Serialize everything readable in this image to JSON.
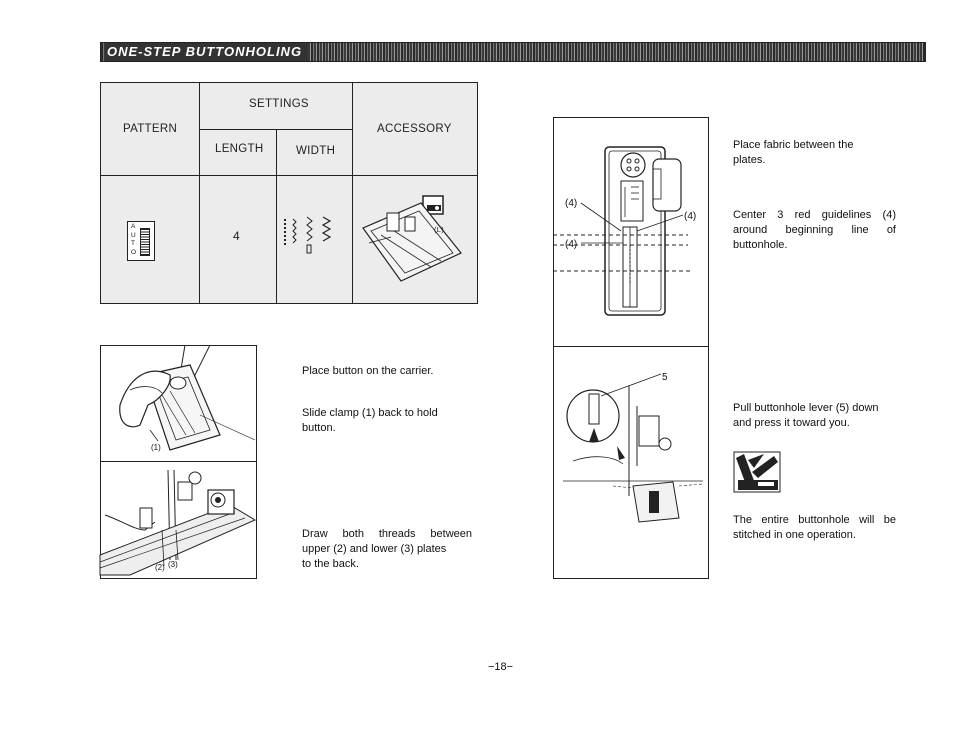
{
  "header": {
    "title": "ONE-STEP BUTTONHOLING"
  },
  "table": {
    "pattern_header": "PATTERN",
    "settings_header": "SETTINGS",
    "length_header": "LENGTH",
    "width_header": "WIDTH",
    "accessory_header": "ACCESSORY",
    "pattern_symbol": "AUTO",
    "length_value": "4",
    "accessory_code": "(L)"
  },
  "left_figures": {
    "fig1_label": "(1)",
    "fig2_label_a": "(2)",
    "fig2_label_b": "(3)"
  },
  "instructions_left": {
    "step1": "Place button on the carrier.",
    "step2_line1": "Slide clamp (1) back to hold",
    "step2_line2": "button.",
    "step3_line1": "Draw both threads between",
    "step3_line2": "upper (2) and lower (3) plates",
    "step3_line3": "to the back."
  },
  "right_figures": {
    "guide_label_top": "(4)",
    "guide_label_right": "(4)",
    "guide_label_bottom": "(4)",
    "lever_label": "5"
  },
  "instructions_right": {
    "step4_line1": "Place fabric between the",
    "step4_line2": "plates.",
    "step5_line1": "Center 3 red guidelines (4)",
    "step5_line2": "around beginning line of",
    "step5_line3": "buttonhole.",
    "step6_line1": "Pull buttonhole lever (5) down",
    "step6_line2": "and press it toward you.",
    "step7_line1": "The entire buttonhole will be",
    "step7_line2": "stitched in one operation."
  },
  "footer": {
    "page_number": "−18−"
  }
}
